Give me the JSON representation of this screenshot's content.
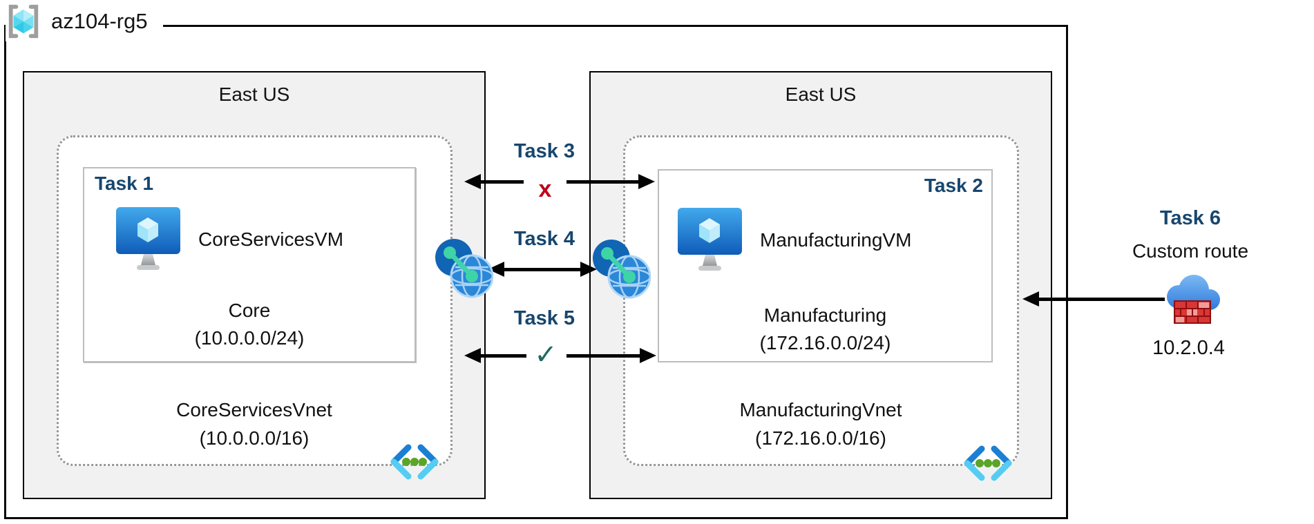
{
  "resource_group": {
    "label": "az104-rg5",
    "icon": "resource-group-icon"
  },
  "regions": [
    {
      "name": "East US",
      "vnet": {
        "name": "CoreServicesVnet",
        "cidr": "(10.0.0.0/16)",
        "icon": "virtual-network-icon"
      },
      "subnet": {
        "task_label": "Task 1",
        "vm": {
          "name": "CoreServicesVM",
          "icon": "virtual-machine-icon"
        },
        "name": "Core",
        "cidr": "(10.0.0.0/24)"
      }
    },
    {
      "name": "East US",
      "vnet": {
        "name": "ManufacturingVnet",
        "cidr": "(172.16.0.0/16)",
        "icon": "virtual-network-icon"
      },
      "subnet": {
        "task_label": "Task 2",
        "vm": {
          "name": "ManufacturingVM",
          "icon": "virtual-machine-icon"
        },
        "name": "Manufacturing",
        "cidr": "(172.16.0.0/24)"
      }
    }
  ],
  "connections": [
    {
      "label": "Task 3",
      "mark": "x",
      "status": "blocked"
    },
    {
      "label": "Task 4",
      "mark": "",
      "status": "peering"
    },
    {
      "label": "Task 5",
      "mark": "✓",
      "status": "allowed"
    }
  ],
  "custom_route": {
    "task_label": "Task 6",
    "title": "Custom route",
    "ip": "10.2.0.4",
    "icon": "firewall-cloud-icon"
  },
  "colors": {
    "task_label": "#17466e",
    "blocked_x": "#c00018",
    "allowed_check": "#1e6b5f",
    "region_fill": "#f1f1f2",
    "arrow": "#030303",
    "vnet_icon_blue": "#1b7fd4",
    "vnet_icon_cyan": "#55ccf2",
    "vnet_icon_green": "#5aa428",
    "peering_circle_blue": "#1065b4",
    "peering_teal": "#3ed4a7",
    "cloud_blue": "#2b76da",
    "firewall_red": "#d93636"
  }
}
